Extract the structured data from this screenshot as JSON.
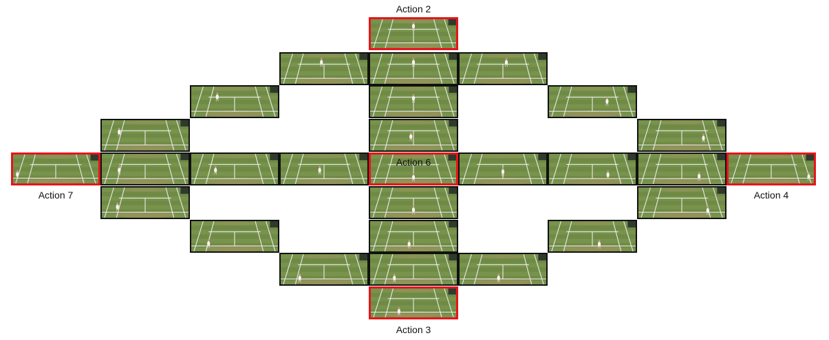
{
  "colors": {
    "frame_border": "#111111",
    "action_border": "#e8141c",
    "grass_dark": "#6f8a45",
    "grass_light": "#88a25a",
    "court_lines": "#f2f2f2",
    "baseline_dirt": "#a79463",
    "stands": "#2f3a2c",
    "player_shirt": "#f4f4f4"
  },
  "labels": {
    "action_2": "Action 2",
    "action_3": "Action 3",
    "action_4": "Action 4",
    "action_6": "Action 6",
    "action_7": "Action 7"
  },
  "frame_icon": "tennis-court-frame"
}
